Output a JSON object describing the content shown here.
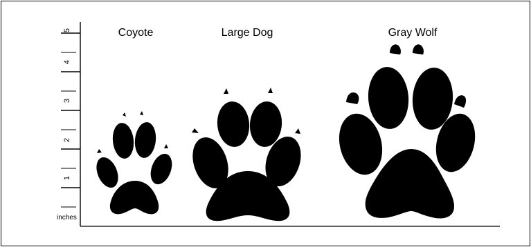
{
  "ruler": {
    "unit_label": "inches",
    "ticks": [
      "1",
      "2",
      "3",
      "4",
      "5"
    ]
  },
  "prints": [
    {
      "label": "Coyote"
    },
    {
      "label": "Large Dog"
    },
    {
      "label": "Gray Wolf"
    }
  ],
  "colors": {
    "ink": "#000000",
    "background": "#ffffff"
  }
}
